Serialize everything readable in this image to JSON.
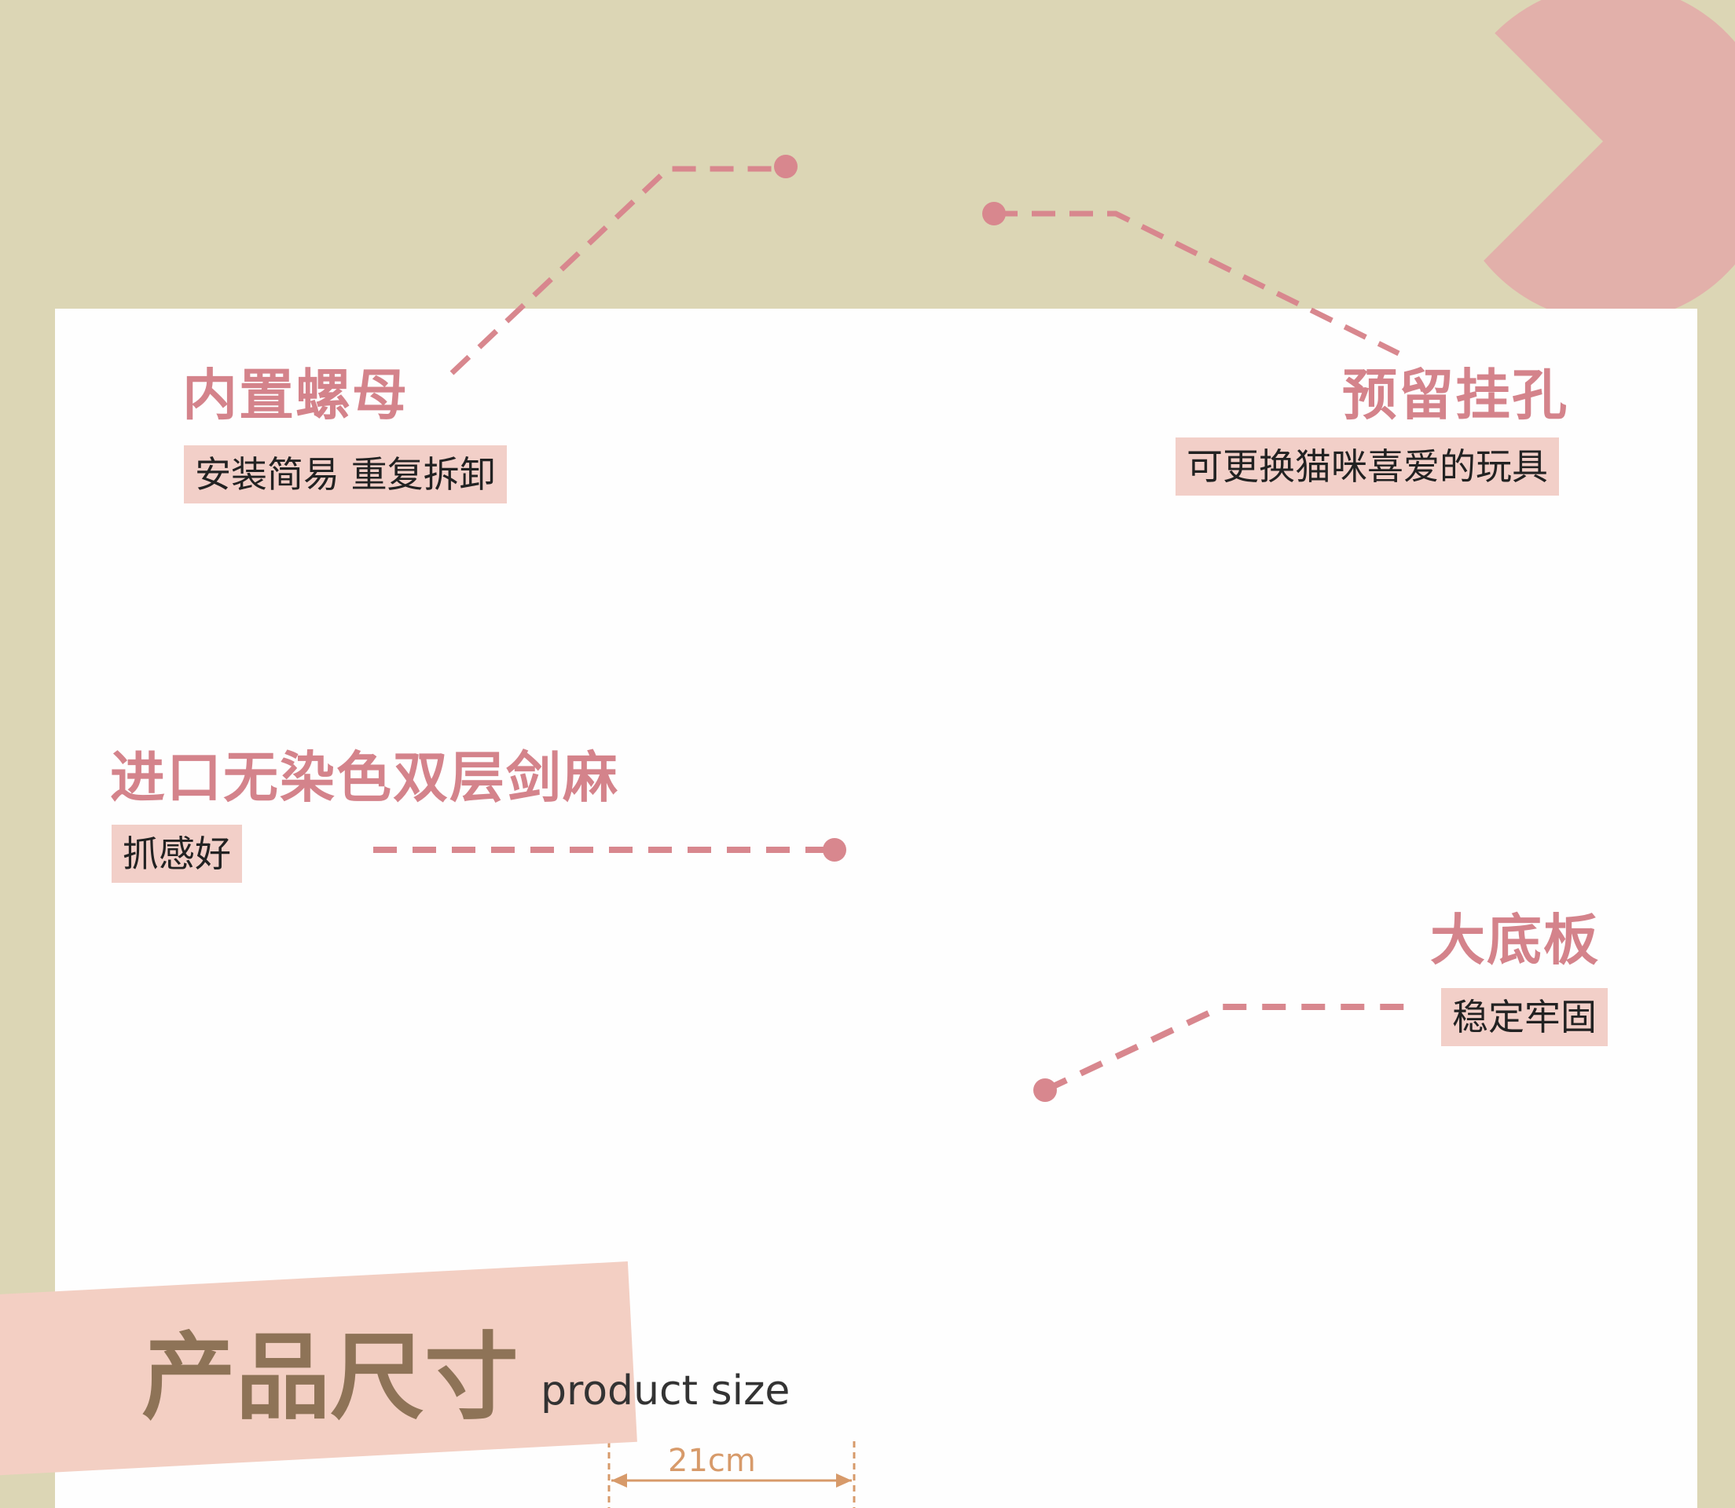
{
  "features": [
    {
      "title": "内置螺母",
      "tag": "安装简易 重复拆卸"
    },
    {
      "title": "预留挂孔",
      "tag": "可更换猫咪喜爱的玩具"
    },
    {
      "title": "进口无染色双层剑麻",
      "tag": "抓感好"
    },
    {
      "title": "大底板",
      "tag": "稳定牢固"
    }
  ],
  "product_size": {
    "title": "产品尺寸",
    "subtitle": "product size",
    "width_label": "21cm"
  },
  "colors": {
    "accent": "#d4838b",
    "tag_bg": "#f2cfc8",
    "background": "#dcd6b5"
  }
}
